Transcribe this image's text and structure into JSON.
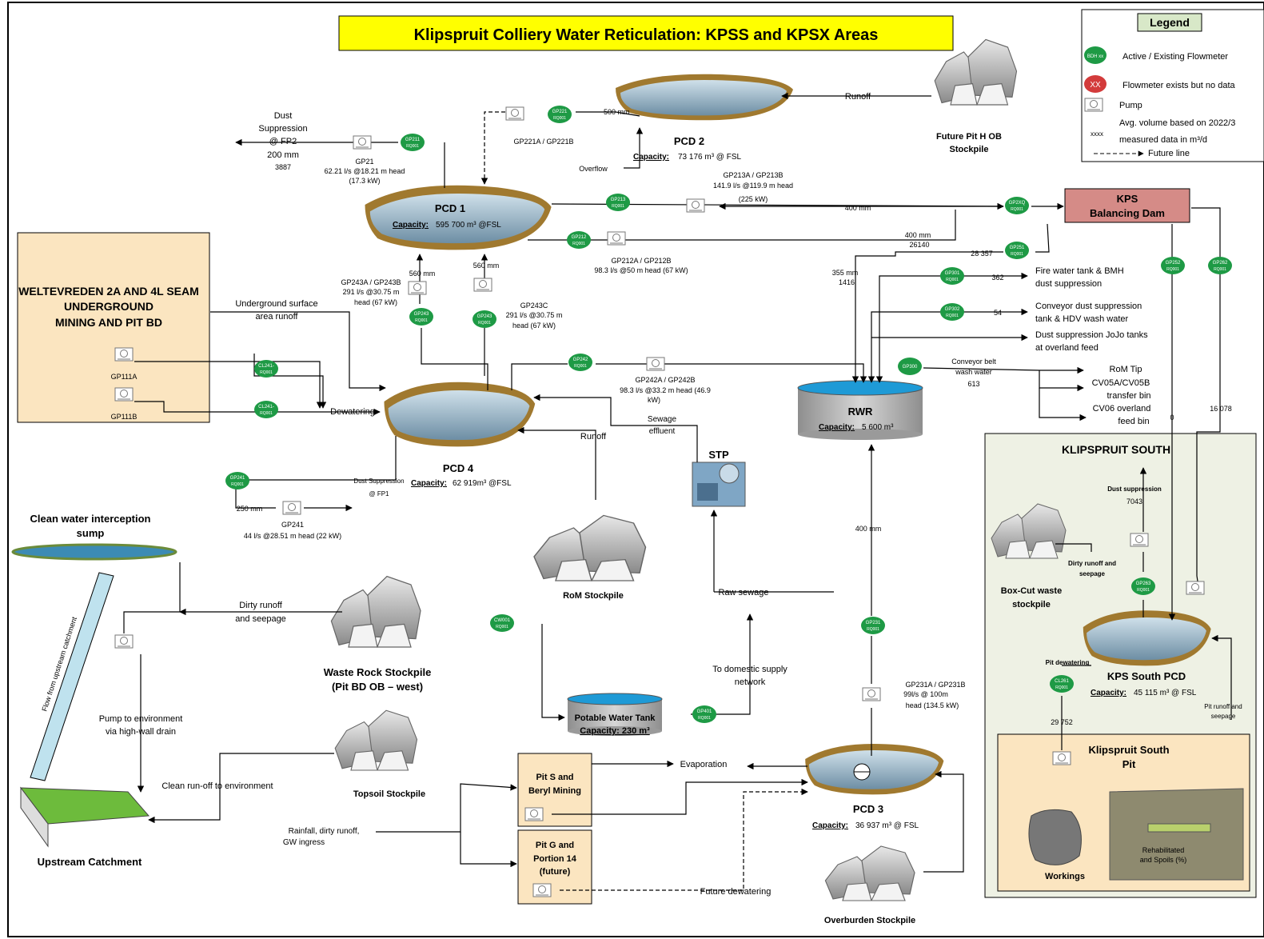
{
  "title": "Klipspruit Colliery Water Reticulation: KPSS and KPSX Areas",
  "legend": {
    "heading": "Legend",
    "flow_active": "Active / Existing Flowmeter",
    "flow_active_tag": "BDH xx",
    "flow_nodata": "Flowmeter exists but no data",
    "flow_nodata_tag": "XX",
    "pump": "Pump",
    "avg_volume_1": "Avg. volume based on 2022/3",
    "avg_volume_2": "measured data in m³/d",
    "avg_volume_tag": "xxxx",
    "future_line": "Future line"
  },
  "ponds": {
    "pcd1": {
      "name": "PCD 1",
      "cap_label": "Capacity:",
      "cap_value": "595 700 m³ @FSL"
    },
    "pcd2": {
      "name": "PCD 2",
      "cap_label": "Capacity:",
      "cap_value": "73 176 m³ @ FSL"
    },
    "pcd3": {
      "name": "PCD 3",
      "cap_label": "Capacity:",
      "cap_value": "36 937 m³ @ FSL"
    },
    "pcd4": {
      "name": "PCD 4",
      "cap_label": "Capacity:",
      "cap_value": "62 919m³ @FSL"
    },
    "kpss_pcd": {
      "name": "KPS South PCD",
      "cap_label": "Capacity:",
      "cap_value": "45 115 m³ @ FSL"
    }
  },
  "rwr": {
    "name": "RWR",
    "cap_label": "Capacity:",
    "cap_value": "5 600 m³"
  },
  "potable": {
    "name": "Potable Water Tank",
    "cap": "Capacity: 230 m³"
  },
  "kps_dam": {
    "line1": "KPS",
    "line2": "Balancing Dam"
  },
  "stp": "STP",
  "stockpiles": {
    "future_pit_1": "Future Pit H OB",
    "future_pit_2": "Stockpile",
    "rom": "RoM Stockpile",
    "waste_1": "Waste Rock Stockpile",
    "waste_2": "(Pit BD OB – west)",
    "topsoil": "Topsoil Stockpile",
    "overburden": "Overburden Stockpile",
    "boxcut_1": "Box-Cut waste",
    "boxcut_2": "stockpile"
  },
  "weltevreden": {
    "l1": "WELTEVREDEN 2A AND 4L SEAM",
    "l2": "UNDERGROUND",
    "l3": "MINING AND PIT BD"
  },
  "clean_sump": {
    "l1": "Clean water interception",
    "l2": "sump"
  },
  "upstream": "Upstream Catchment",
  "flow_upstream": "Flow from upstream catchment",
  "klipspruit_south": "KLIPSPRUIT SOUTH",
  "ks_pit": {
    "l1": "Klipspruit South",
    "l2": "Pit"
  },
  "workings": "Workings",
  "rehab": {
    "l1": "Rehabilitated",
    "l2": "and Spoils (%)"
  },
  "pit_s": {
    "l1": "Pit S and",
    "l2": "Beryl Mining"
  },
  "pit_g": {
    "l1": "Pit G and",
    "l2": "Portion 14",
    "l3": "(future)"
  },
  "meters": {
    "gp211": "GP211",
    "gp221": "GP221",
    "gp213": "GP213",
    "gp212": "GP212",
    "gp2xq": "GP2XQ",
    "gp251": "GP251",
    "gp301": "GP301",
    "gp302": "GP302",
    "gp300": "GP300",
    "gp252": "GP252",
    "gp262": "GP262",
    "gp243a": "GP243",
    "gp243c": "GP243",
    "gp242": "GP242",
    "cl241a": "CL241-",
    "cl241b": "CL241-",
    "gp241": "GP241",
    "cw001": "CW001",
    "gp401": "GP401",
    "gp231": "GP231",
    "cl261": "CL261",
    "gp263": "GP263",
    "sub": "RQ001"
  },
  "labels": {
    "dust_fp2_1": "Dust",
    "dust_fp2_2": "Suppression",
    "dust_fp2_3": "@ FP2",
    "dust_fp2_4": "200 mm",
    "dust_fp2_5": "3887",
    "gp21_1": "GP21",
    "gp21_2": "62.21 l/s @18.21 m head",
    "gp21_3": "(17.3 kW)",
    "gp221": "GP221A / GP221B",
    "mm500": "500 mm",
    "runoff": "Runoff",
    "overflow": "Overflow",
    "gp213_1": "GP213A / GP213B",
    "gp213_2": "141.9 l/s @119.9 m head",
    "gp213_3": "(225 kW)",
    "mm400a": "400 mm",
    "mm400b": "400 mm",
    "v26140": "26140",
    "v28357": "28 357",
    "gp212_1": "GP212A / GP212B",
    "gp212_2": "98.3 l/s @50 m head (67 kW)",
    "mm355": "355 mm",
    "v1416": "1416",
    "mm560a": "560 mm",
    "mm560b": "560 mm",
    "gp243ab_1": "GP243A / GP243B",
    "gp243ab_2": "291 l/s @30.75 m",
    "gp243ab_3": "head (67 kW)",
    "gp243c_1": "GP243C",
    "gp243c_2": "291 l/s @30.75 m",
    "gp243c_3": "head (67 kW)",
    "ug_runoff_1": "Underground surface",
    "ug_runoff_2": "area runoff",
    "gp111a": "GP111A",
    "gp111b": "GP111B",
    "dewatering": "Dewatering",
    "gp242_1": "GP242A / GP242B",
    "gp242_2": "98.3 l/s @33.2 m head (46.9",
    "gp242_3": "kW)",
    "sewage_1": "Sewage",
    "sewage_2": "effluent",
    "runoff_pcd4": "Runoff",
    "dust_fp1_1": "Dust Suppression",
    "dust_fp1_2": "@ FP1",
    "mm250": "250 mm",
    "gp241_1": "GP241",
    "gp241_2": "44 l/s @28.51 m head (22 kW)",
    "fire_1": "Fire water tank & BMH",
    "fire_2": "dust suppression",
    "v362": "362",
    "conv_1": "Conveyor dust suppression",
    "conv_2": "tank & HDV wash water",
    "v54": "54",
    "jojo_1": "Dust suppression JoJo tanks",
    "jojo_2": "at overland feed",
    "belt_1": "Conveyor belt",
    "belt_2": "wash water",
    "v613": "613",
    "rom_tip": "RoM Tip",
    "cv05_1": "CV05A/CV05B",
    "cv05_2": "transfer bin",
    "cv06_1": "CV06 overland",
    "cv06_2": "feed bin",
    "v0": "0",
    "v16078": "16 078",
    "raw_sewage": "Raw sewage",
    "domestic_1": "To domestic supply",
    "domestic_2": "network",
    "dirty_1": "Dirty runoff",
    "dirty_2": "and seepage",
    "pump_env_1": "Pump to environment",
    "pump_env_2": "via high-wall drain",
    "clean_runoff": "Clean run-off to environment",
    "rain_1": "Rainfall, dirty runoff,",
    "rain_2": "GW ingress",
    "evaporation": "Evaporation",
    "future_dewatering": "Future dewatering",
    "gp231_1": "GP231A / GP231B",
    "gp231_2": "99l/s @ 100m",
    "gp231_3": "head (134.5 kW)",
    "ks_dust_1": "Dust suppression",
    "ks_dust_2": "7043",
    "ks_dirty_1": "Dirty runoff and",
    "ks_dirty_2": "seepage",
    "pit_dewatering": "Pit dewatering",
    "v29752": "29 752",
    "pit_runoff_1": "Pit runoff and",
    "pit_runoff_2": "seepage"
  }
}
